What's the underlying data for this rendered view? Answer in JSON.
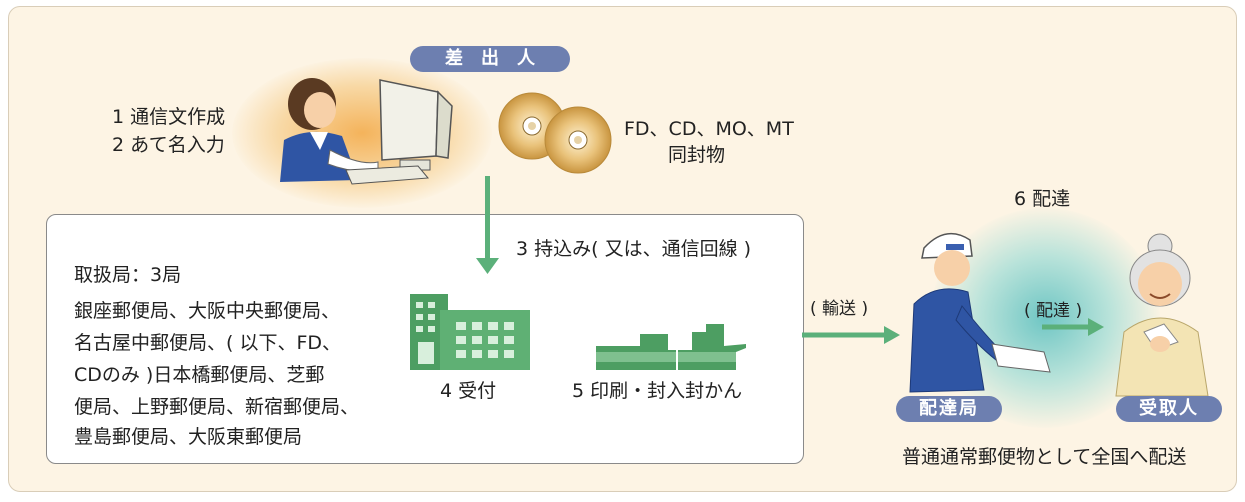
{
  "sender_label": "差出人",
  "steps": {
    "s1": "1 通信文作成",
    "s2": "2 あて名入力",
    "s3": "3 持込み( 又は、通信回線 )",
    "s4": "4 受付",
    "s5": "5 印刷・封入封かん",
    "s6": "6 配達"
  },
  "media": {
    "line1": "FD、CD、MO、MT",
    "line2": "同封物"
  },
  "offices": {
    "heading": "取扱局：3局",
    "lines": [
      "銀座郵便局、大阪中央郵便局、",
      "名古屋中郵便局、( 以下、FD、",
      "CDのみ )日本橋郵便局、芝郵",
      "便局、上野郵便局、新宿郵便局、",
      "豊島郵便局、大阪東郵便局"
    ]
  },
  "transport_label": "( 輸送 )",
  "delivery_label": "( 配達 )",
  "delivery_office_label": "配達局",
  "recipient_label": "受取人",
  "footer": "普通通常郵便物として全国へ配送",
  "colors": {
    "arrow": "#5bb07a",
    "pill": "#6d7fb0",
    "building": "#4d9e62"
  }
}
